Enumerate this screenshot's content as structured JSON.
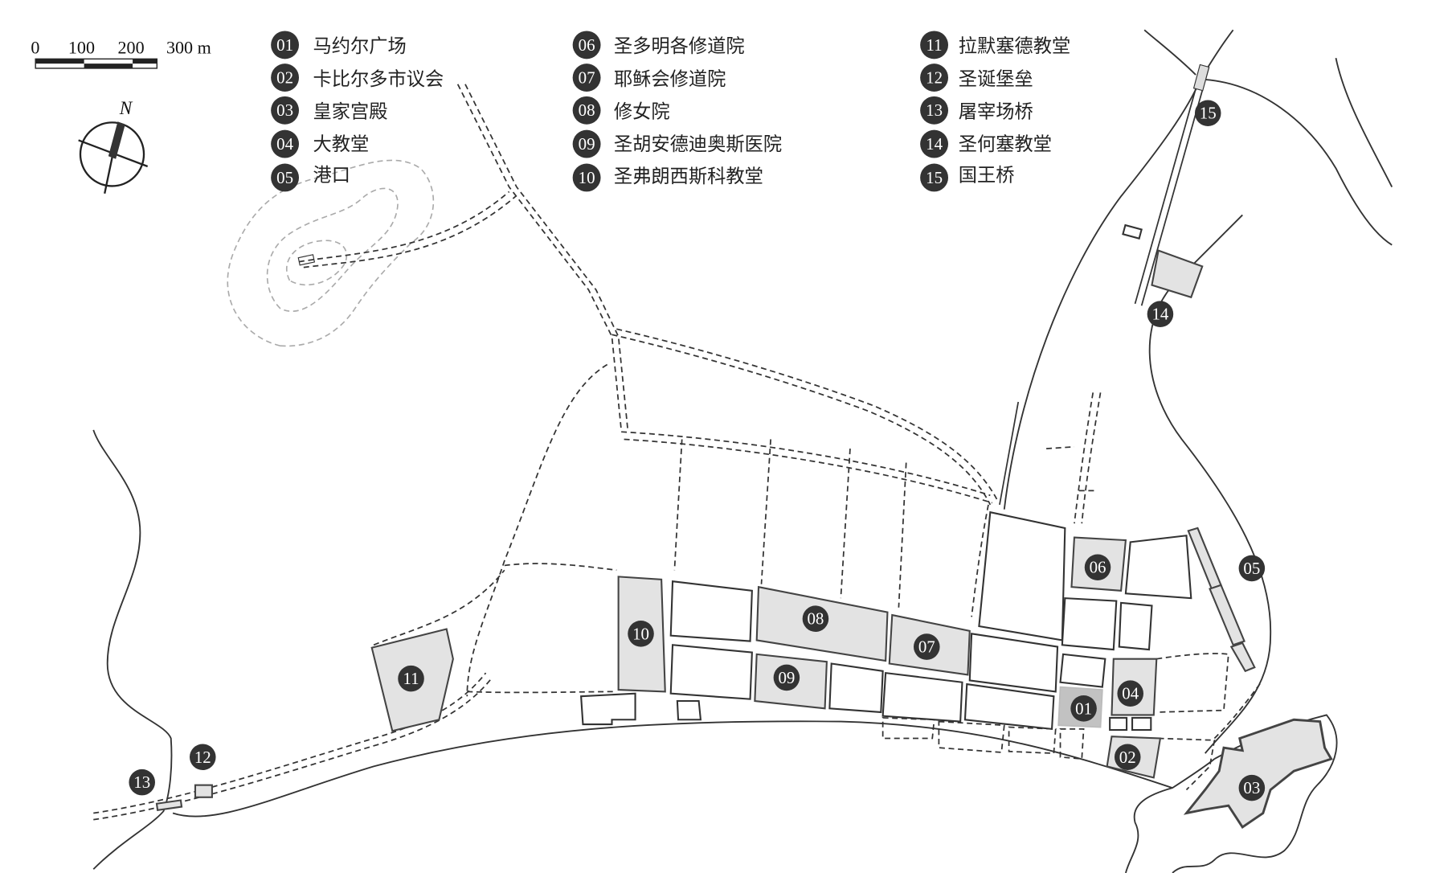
{
  "scale_bar": {
    "labels": [
      "0",
      "100",
      "200",
      "300 m"
    ]
  },
  "north_arrow": {
    "label": "N"
  },
  "legend": [
    {
      "num": "01",
      "name": "马约尔广场"
    },
    {
      "num": "02",
      "name": "卡比尔多市议会"
    },
    {
      "num": "03",
      "name": "皇家宫殿"
    },
    {
      "num": "04",
      "name": "大教堂"
    },
    {
      "num": "05",
      "name": "港口"
    },
    {
      "num": "06",
      "name": "圣多明各修道院"
    },
    {
      "num": "07",
      "name": "耶稣会修道院"
    },
    {
      "num": "08",
      "name": "修女院"
    },
    {
      "num": "09",
      "name": "圣胡安德迪奥斯医院"
    },
    {
      "num": "10",
      "name": "圣弗朗西斯科教堂"
    },
    {
      "num": "11",
      "name": "拉默塞德教堂"
    },
    {
      "num": "12",
      "name": "圣诞堡垒"
    },
    {
      "num": "13",
      "name": "屠宰场桥"
    },
    {
      "num": "14",
      "name": "圣何塞教堂"
    },
    {
      "num": "15",
      "name": "国王桥"
    }
  ],
  "colors": {
    "marker": "#333333",
    "highlight": "#e3e3e3",
    "plaza": "#c2c2c2"
  }
}
